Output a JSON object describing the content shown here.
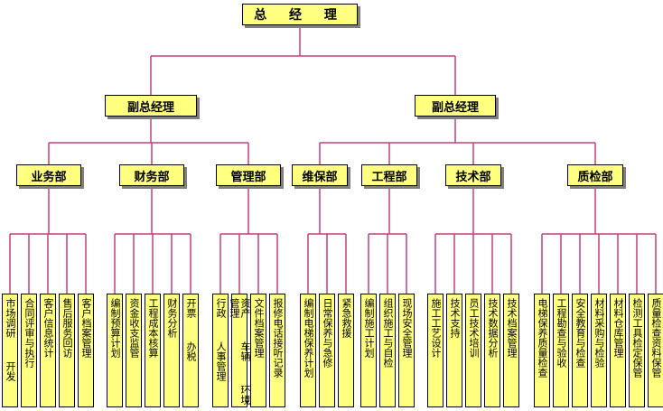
{
  "colors": {
    "line": "#c0407a",
    "box_fill": "#ffff80",
    "box_border": "#000000",
    "shadow": "#808080"
  },
  "top": {
    "label": "总 经 理"
  },
  "vps": [
    {
      "label": "副总经理"
    },
    {
      "label": "副总经理"
    }
  ],
  "departments": [
    {
      "label": "业务部",
      "items": [
        "市场调研  开发",
        "合同评审与执行",
        "客户信息统计",
        "售后服务回访",
        "客户档案管理"
      ]
    },
    {
      "label": "财务部",
      "items": [
        "编制预算计划",
        "资金收支监管",
        "工程成本核算",
        "财务分析",
        "开票  办税"
      ]
    },
    {
      "label": "管理部",
      "items": [
        "行政  人事管理",
        "资产  车辆  环境管理",
        "文件档案管理",
        "报修电话接听记录"
      ]
    },
    {
      "label": "维保部",
      "items": [
        "编制电梯保养计划",
        "日常保养与急修",
        "紧急救援"
      ]
    },
    {
      "label": "工程部",
      "items": [
        "编制施工计划",
        "组织施工与自检",
        "现场安全管理"
      ]
    },
    {
      "label": "技术部",
      "items": [
        "施工工艺设计",
        "技术支持",
        "员工技术培训",
        "技术数据分析",
        "技术档案管理"
      ]
    },
    {
      "label": "质检部",
      "items": [
        "电梯保养质量检查",
        "工程勘查与验收",
        "安全教育与检查",
        "材料采购与检验",
        "材料仓库管理",
        "检测工具检定保管",
        "质量检查资料保管"
      ]
    }
  ]
}
